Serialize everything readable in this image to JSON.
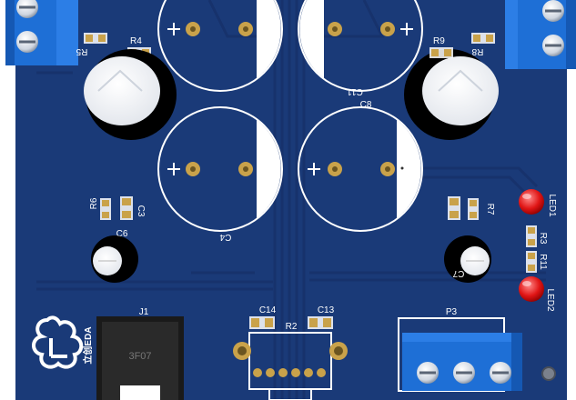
{
  "board": {
    "pcb_color": "#1a3a78",
    "silkscreen_color": "#ffffff",
    "pad_color": "#c9a24a",
    "terminal_color": "#1e6fd6"
  },
  "labels": {
    "r5": "R5",
    "r4": "R4",
    "r9": "R9",
    "r8": "R8",
    "c11": "C11",
    "c8": "C8",
    "c4": "C4",
    "r6": "R6",
    "c3": "C3",
    "c6": "C6",
    "r7": "R7",
    "c7": "C7",
    "led1": "LED1",
    "r3": "R3",
    "r11": "R11",
    "led2": "LED2",
    "j1": "J1",
    "j1_part": "3F07",
    "c14": "C14",
    "c13": "C13",
    "r2": "R2",
    "p3": "P3",
    "logo_text": "立创EDA"
  },
  "icons": [
    "plus-marking-icon",
    "lceda-logo-icon",
    "screw-head-icon"
  ]
}
